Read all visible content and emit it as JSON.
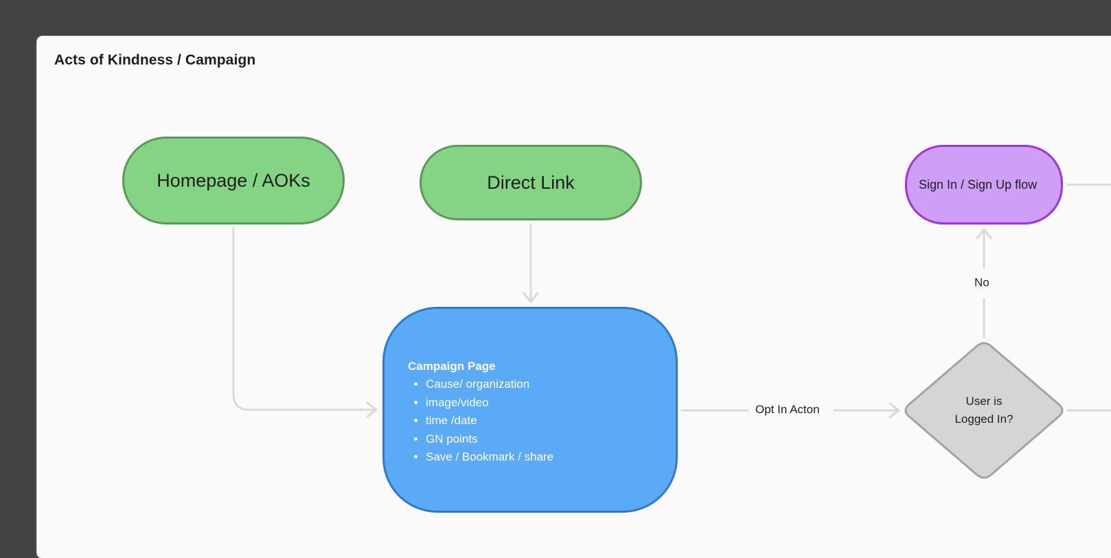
{
  "board": {
    "title": "Acts of Kindness / Campaign"
  },
  "nodes": {
    "homepage": {
      "label": "Homepage / AOKs",
      "color": "#85d384",
      "border_color": "#5a9957"
    },
    "direct_link": {
      "label": "Direct Link",
      "color": "#85d384",
      "border_color": "#5a9957"
    },
    "sign_in": {
      "label": "Sign In / Sign Up flow",
      "color": "#cf9ff8",
      "border_color": "#9f2fe8"
    },
    "campaign_page": {
      "title": "Campaign Page",
      "items": [
        "Cause/ organization",
        "image/video",
        "time /date",
        "GN points",
        "Save / Bookmark / share"
      ],
      "color": "#5aaaf7",
      "border_color": "#2f78cc"
    },
    "logged_in": {
      "label": "User is\nLogged In?",
      "color": "#d5d6d3",
      "border_color": "#a3a4a1"
    }
  },
  "edges": {
    "opt_in": {
      "label": "Opt In Acton"
    },
    "no": {
      "label": "No"
    }
  },
  "colors": {
    "canvas_background": "#434343",
    "board_background": "#fafafa",
    "connector": "#d9d9d9"
  }
}
